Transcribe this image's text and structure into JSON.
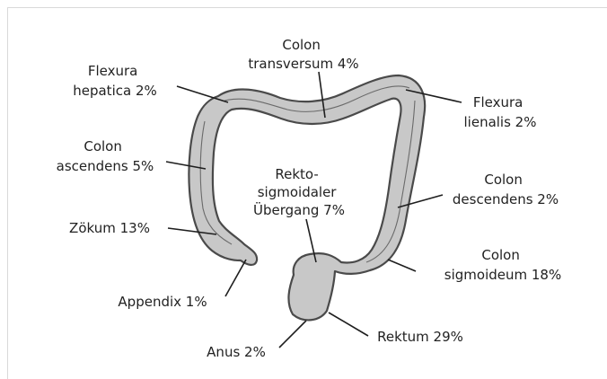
{
  "colors": {
    "organ_fill": "#c8c8c8",
    "organ_outline": "#4a4a4a",
    "text": "#222222",
    "background": "#ffffff"
  },
  "labels": {
    "colon_transversum": [
      "Colon",
      "transversum 4%"
    ],
    "flexura_hepatica": [
      "Flexura",
      "hepatica 2%"
    ],
    "flexura_lienalis": [
      "Flexura",
      "lienalis 2%"
    ],
    "colon_ascendens": [
      "Colon",
      "ascendens 5%"
    ],
    "rektosigmoidaler_uebergang": [
      "Rekto-",
      "sigmoidaler",
      "Übergang 7%"
    ],
    "colon_descendens": [
      "Colon",
      "descendens 2%"
    ],
    "zoekum": [
      "Zökum 13%"
    ],
    "colon_sigmoideum": [
      "Colon",
      "sigmoideum 18%"
    ],
    "appendix": [
      "Appendix 1%"
    ],
    "rektum": [
      "Rektum 29%"
    ],
    "anus": [
      "Anus 2%"
    ]
  }
}
